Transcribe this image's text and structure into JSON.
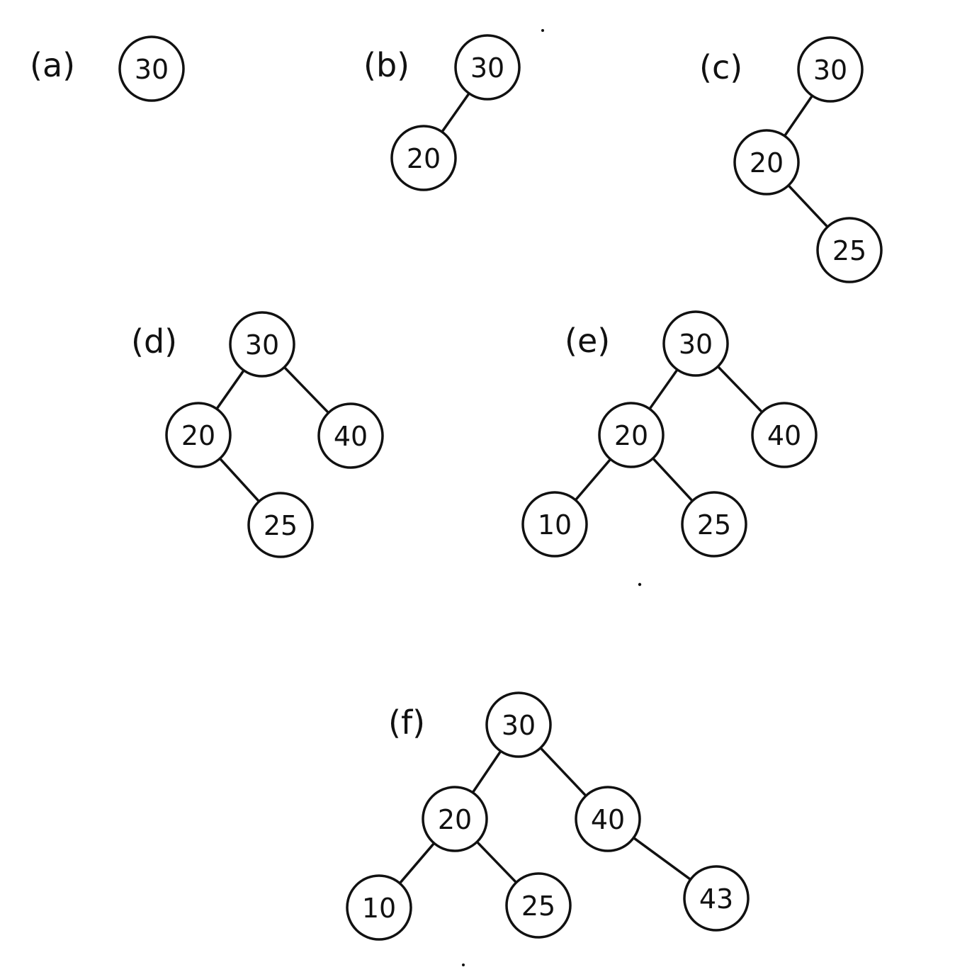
{
  "colors": {
    "ink": "#111111",
    "background": "#ffffff"
  },
  "panels": [
    {
      "id": "a",
      "label": "(a)",
      "nodes": [
        {
          "id": "n30",
          "value": "30"
        }
      ],
      "edges": []
    },
    {
      "id": "b",
      "label": "(b)",
      "nodes": [
        {
          "id": "n30",
          "value": "30"
        },
        {
          "id": "n20",
          "value": "20"
        }
      ],
      "edges": [
        [
          "n30",
          "n20"
        ]
      ]
    },
    {
      "id": "c",
      "label": "(c)",
      "nodes": [
        {
          "id": "n30",
          "value": "30"
        },
        {
          "id": "n20",
          "value": "20"
        },
        {
          "id": "n25",
          "value": "25"
        }
      ],
      "edges": [
        [
          "n30",
          "n20"
        ],
        [
          "n20",
          "n25"
        ]
      ]
    },
    {
      "id": "d",
      "label": "(d)",
      "nodes": [
        {
          "id": "n30",
          "value": "30"
        },
        {
          "id": "n20",
          "value": "20"
        },
        {
          "id": "n40",
          "value": "40"
        },
        {
          "id": "n25",
          "value": "25"
        }
      ],
      "edges": [
        [
          "n30",
          "n20"
        ],
        [
          "n30",
          "n40"
        ],
        [
          "n20",
          "n25"
        ]
      ]
    },
    {
      "id": "e",
      "label": "(e)",
      "nodes": [
        {
          "id": "n30",
          "value": "30"
        },
        {
          "id": "n20",
          "value": "20"
        },
        {
          "id": "n40",
          "value": "40"
        },
        {
          "id": "n10",
          "value": "10"
        },
        {
          "id": "n25",
          "value": "25"
        }
      ],
      "edges": [
        [
          "n30",
          "n20"
        ],
        [
          "n30",
          "n40"
        ],
        [
          "n20",
          "n10"
        ],
        [
          "n20",
          "n25"
        ]
      ]
    },
    {
      "id": "f",
      "label": "(f)",
      "nodes": [
        {
          "id": "n30",
          "value": "30"
        },
        {
          "id": "n20",
          "value": "20"
        },
        {
          "id": "n40",
          "value": "40"
        },
        {
          "id": "n10",
          "value": "10"
        },
        {
          "id": "n25",
          "value": "25"
        },
        {
          "id": "n43",
          "value": "43"
        }
      ],
      "edges": [
        [
          "n30",
          "n20"
        ],
        [
          "n30",
          "n40"
        ],
        [
          "n20",
          "n10"
        ],
        [
          "n20",
          "n25"
        ],
        [
          "n40",
          "n43"
        ]
      ]
    }
  ]
}
